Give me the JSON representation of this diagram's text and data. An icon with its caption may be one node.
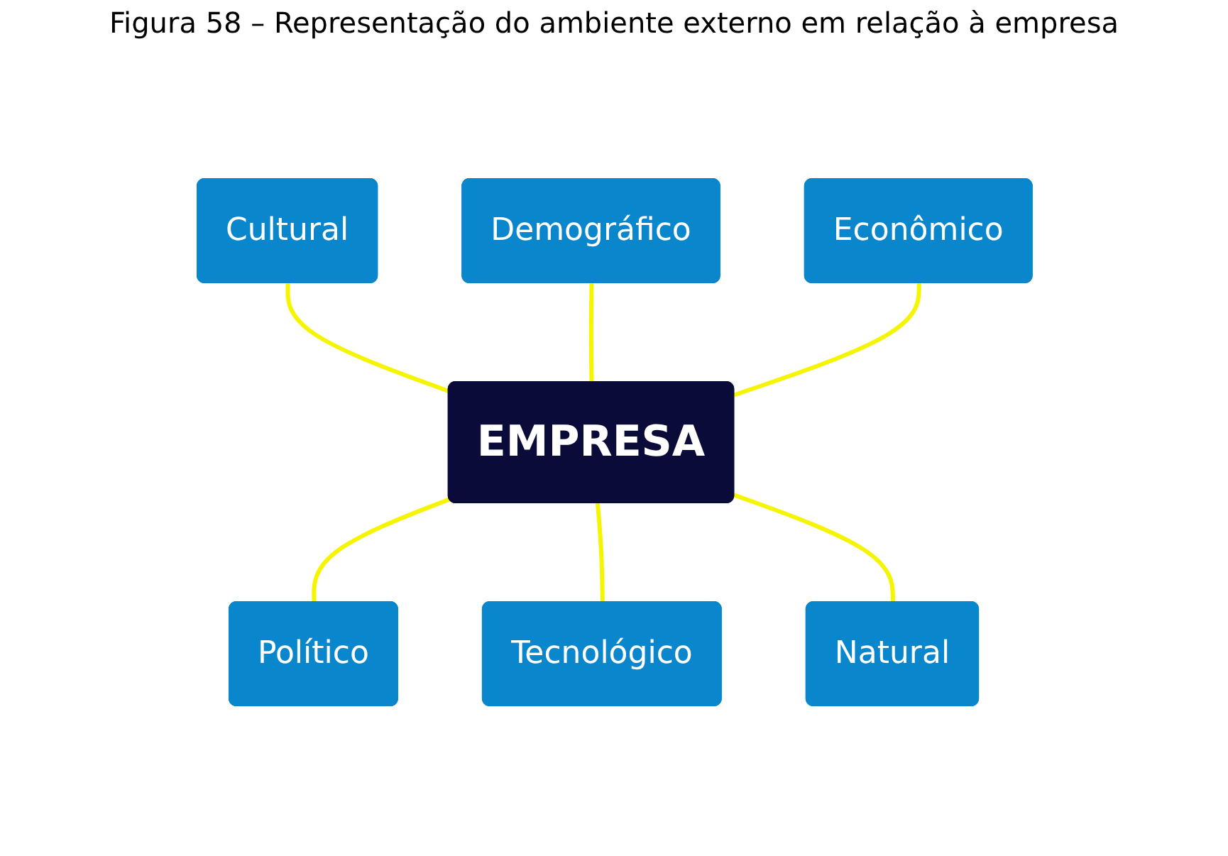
{
  "diagram": {
    "title": "Figura 58 – Representação do ambiente externo em relação à empresa",
    "nodes": [
      {
        "text": [
          "Demográfico"
        ]
      },
      {
        "text": [
          "Cultural"
        ]
      },
      {
        "text": [
          "Econômico"
        ]
      },
      {
        "text": [
          "EMPRESA"
        ]
      },
      {
        "text": [
          "Político"
        ]
      },
      {
        "text": [
          "Natural"
        ]
      },
      {
        "text": [
          "Tecnológico"
        ]
      }
    ],
    "edges": [
      {
        "from": 1,
        "to": 3,
        "arrow": "none"
      },
      {
        "from": 0,
        "to": 3,
        "arrow": "none"
      },
      {
        "from": 2,
        "to": 3,
        "arrow": "none"
      },
      {
        "from": 3,
        "to": 4,
        "arrow": "none"
      },
      {
        "from": 3,
        "to": 6,
        "arrow": "none"
      },
      {
        "from": 3,
        "to": 5,
        "arrow": "none"
      }
    ]
  }
}
